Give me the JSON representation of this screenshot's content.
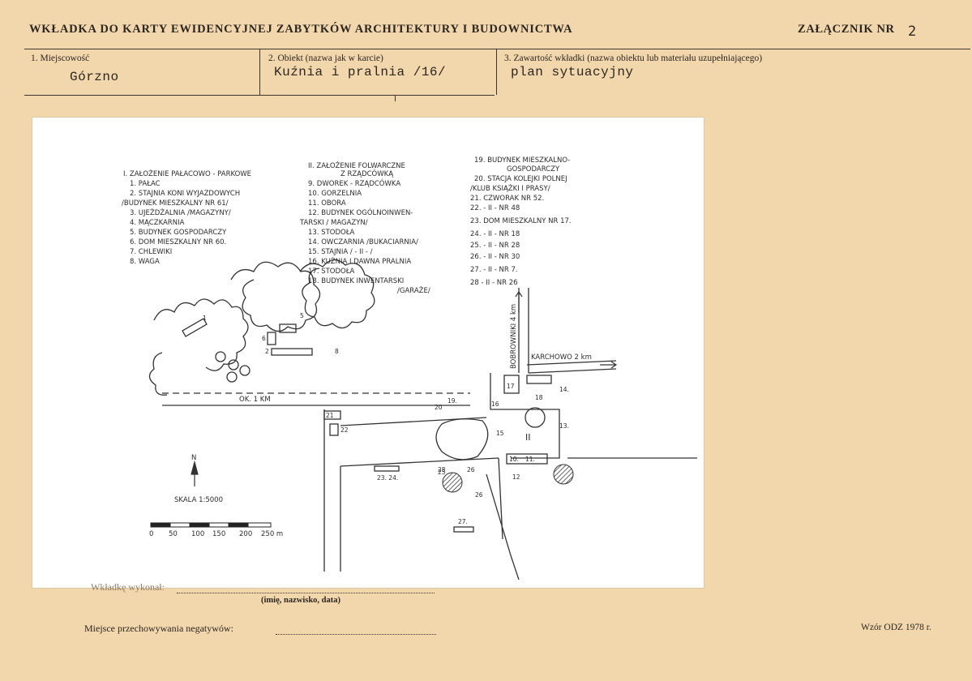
{
  "header": {
    "title": "WKŁADKA DO KARTY EWIDENCYJNEJ ZABYTKÓW ARCHITEKTURY I BUDOWNICTWA",
    "annex_label": "ZAŁĄCZNIK NR",
    "annex_number": "2"
  },
  "fields": {
    "locality_label": "1. Miejscowość",
    "locality_value": "Górzno",
    "object_label": "2. Obiekt (nazwa jak w karcie)",
    "object_value": "Kuźnia i pralnia /16/",
    "content_label": "3. Zawartość wkładki (nazwa obiektu lub materiału uzupełniającego)",
    "content_value": "plan sytuacyjny"
  },
  "plan": {
    "legend_1": [
      "I. ZAŁOŻENIE PAŁACOWO - PARKOWE",
      "1. PAŁAC",
      "2. STAJNIA KONI WYJAZDOWYCH",
      "/BUDYNEK MIESZKALNY NR 61/",
      "3. UJEŻDŻALNIA /MAGAZYNY/",
      "4. MĄCZKARNIA",
      "5. BUDYNEK GOSPODARCZY",
      "6. DOM MIESZKALNY NR 60.",
      "7. CHLEWIKI",
      "8. WAGA"
    ],
    "legend_2": [
      "II. ZAŁOŻENIE FOLWARCZNE",
      "Z RZĄDCÓWKĄ",
      "9. DWOREK - RZĄDCÓWKA",
      "10. GORZELNIA",
      "11. OBORA",
      "12. BUDYNEK OGÓLNOINWEN-",
      "TARSKI / MAGAZYN/",
      "13. STODOŁA",
      "14. OWCZARNIA /BUKACIARNIA/",
      "15. STAJNIA / - II - /",
      "16. KUŹNIA I DAWNA PRALNIA",
      "17. STODOŁA",
      "18. BUDYNEK INWENTARSKI",
      "/GARAŻE/"
    ],
    "legend_3": [
      "19. BUDYNEK MIESZKALNO-",
      "GOSPODARCZY",
      "20. STACJA KOLEJKI POLNEJ",
      "/KLUB KSIĄŻKI I PRASY/",
      "21. CZWORAK NR 52.",
      "22. - II - NR 48",
      "23. DOM MIESZKALNY NR 17.",
      "24. - II - NR 18",
      "25. - II - NR 28",
      "26. - II - NR 30",
      "27. - II - NR 7.",
      "28 - II - NR 26"
    ],
    "road_left": "OK. 1 KM",
    "road_right": "KARCHOWO 2 km",
    "road_vertical": "BOBROWNIKI 4 km",
    "north": "N",
    "scale_label": "SKALA 1:5000",
    "scale_ticks": [
      "0",
      "50",
      "100",
      "150",
      "200",
      "250 m"
    ],
    "numbers": {
      "n1": "1",
      "n2": "2",
      "n5": "5",
      "n6": "6",
      "n8": "8",
      "n10": "10.",
      "n11": "11.",
      "n12": "12",
      "n13": "13.",
      "n14": "14.",
      "n15": "15",
      "n16": "16",
      "n17": "17",
      "n18": "18",
      "n19": "19.",
      "n20": "20",
      "n21": "21",
      "n22": "22",
      "n2324": "23. 24.",
      "n25": "25",
      "n26": "26",
      "n26b": "26",
      "n27": "27.",
      "n28": "28",
      "roman2": "II"
    }
  },
  "footer": {
    "author_label": "Wkładkę wykonał:",
    "author_caption": "(imię, nazwisko, data)",
    "storage_label": "Miejsce przechowywania negatywów:",
    "form_code": "Wzór ODZ 1978 r."
  }
}
